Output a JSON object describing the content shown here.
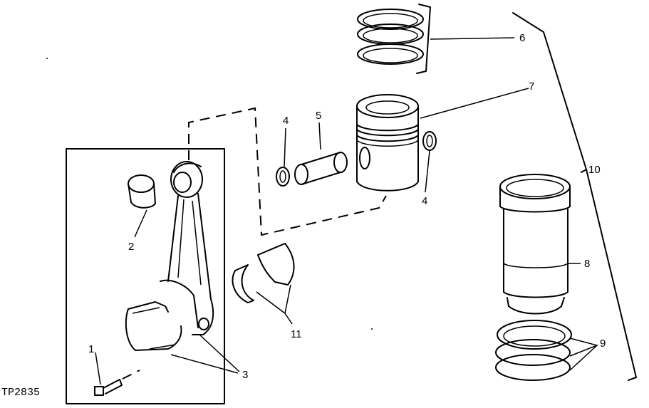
{
  "figure_code": "TP2835",
  "callouts": {
    "c1": "1",
    "c2": "2",
    "c3": "3",
    "c4a": "4",
    "c4b": "4",
    "c5": "5",
    "c6": "6",
    "c7": "7",
    "c8": "8",
    "c9": "9",
    "c10": "10",
    "c11": "11"
  }
}
